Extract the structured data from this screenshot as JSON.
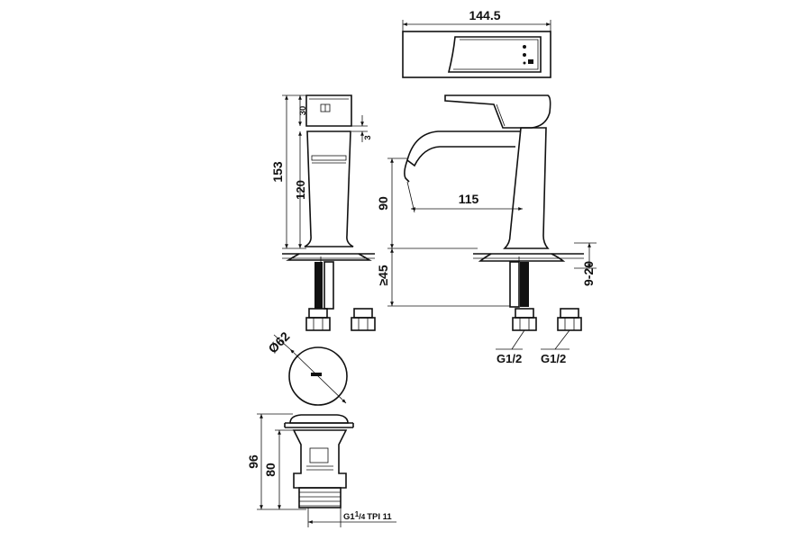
{
  "dimensions": {
    "top_width": "144.5",
    "total_height": "153",
    "cap_height": "30",
    "gap": "3",
    "body_height": "120",
    "spout_height": "90",
    "spout_reach": "115",
    "deck_depth": "≥45",
    "deck_range": "9-20",
    "thread_left": "G1/2",
    "thread_right": "G1/2",
    "drain_diameter": "Ø62",
    "drain_total": "96",
    "drain_body": "80",
    "drain_thread_main": "G1",
    "drain_thread_frac_num": "1",
    "drain_thread_frac_den": "4",
    "drain_thread_suffix": "TPI 11"
  }
}
